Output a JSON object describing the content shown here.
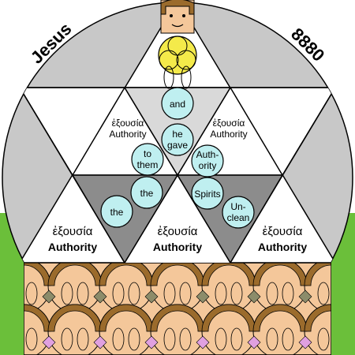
{
  "corner_labels": {
    "left": "Jesus",
    "right": "8880"
  },
  "triangle_labels": {
    "upper_left": {
      "greek": "ἐξουσία",
      "english": "Authority"
    },
    "upper_right": {
      "greek": "ἐξουσία",
      "english": "Authority"
    },
    "lower_left": {
      "greek": "ἐξουσία",
      "english": "Authority"
    },
    "lower_middle": {
      "greek": "ἐξουσία",
      "english": "Authority"
    },
    "lower_right": {
      "greek": "ἐξουσία",
      "english": "Authority"
    }
  },
  "word_circles": [
    "and",
    "he gave",
    "to them",
    "the",
    "the",
    "Auth-ority",
    "Spirits",
    "Un-clean"
  ],
  "colors": {
    "background": "#ffffff",
    "disc": "#c8c8c8",
    "grass": "#6bbf3a",
    "dark_triangle": "#8c8c8c",
    "circle_fill": "#bfeff0",
    "face": "#f4c79a",
    "hair": "#9b6b2c",
    "halo": "#f4ea4a",
    "accent_pink": "#e0a0e0"
  },
  "icons": [
    "figure-head-icon",
    "halo-icon",
    "seed-of-life-icon"
  ]
}
